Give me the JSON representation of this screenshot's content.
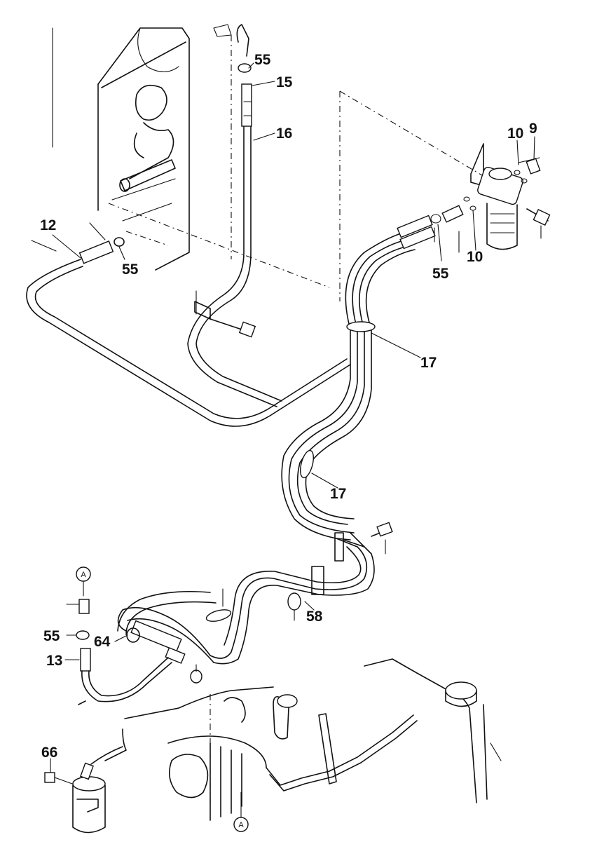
{
  "callouts": {
    "c55_top": "55",
    "c15": "15",
    "c16": "16",
    "c10_top": "10",
    "c9": "9",
    "c12": "12",
    "c55_left": "55",
    "c55_mid": "55",
    "c10_bottom": "10",
    "c17_upper": "17",
    "c17_lower": "17",
    "c58": "58",
    "c55_lower": "55",
    "c64": "64",
    "c13": "13",
    "c66": "66"
  },
  "refs": {
    "a_top": "A",
    "a_bottom": "A"
  },
  "icons": {
    "filter": "fuel-filter-icon",
    "engine": "engine-block-icon",
    "pump": "fuel-pump-icon",
    "radiator": "radiator-icon"
  }
}
